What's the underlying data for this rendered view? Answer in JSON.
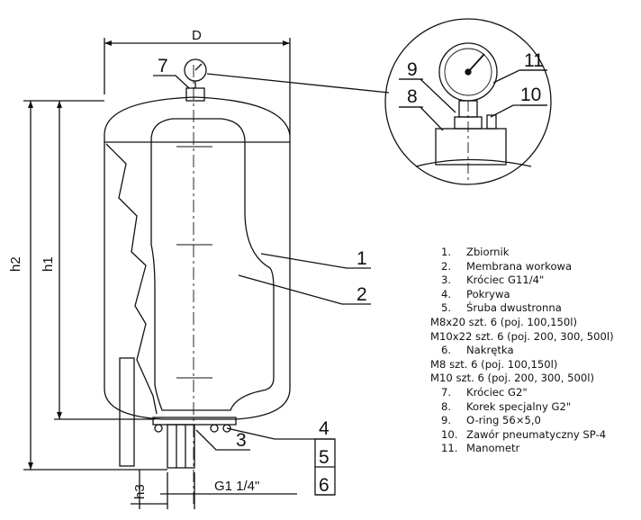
{
  "dimensions": {
    "D": "D",
    "h1": "h1",
    "h2": "h2",
    "h3": "h3",
    "thread": "G1 1/4\""
  },
  "callouts": [
    "1",
    "2",
    "3",
    "4",
    "5",
    "6",
    "7",
    "8",
    "9",
    "10",
    "11"
  ],
  "legend": [
    {
      "num": "1.",
      "text": "Zbiornik"
    },
    {
      "num": "2.",
      "text": "Membrana workowa"
    },
    {
      "num": "3.",
      "text": "Króciec G11/4\""
    },
    {
      "num": "4.",
      "text": "Pokrywa"
    },
    {
      "num": "5.",
      "text": "Śruba dwustronna"
    },
    {
      "num": "",
      "text": "M8x20 szt. 6 (poj. 100,150l)"
    },
    {
      "num": "",
      "text": "M10x22 szt. 6 (poj. 200, 300, 500l)"
    },
    {
      "num": "6.",
      "text": "Nakrętka"
    },
    {
      "num": "",
      "text": "M8 szt. 6 (poj. 100,150l)"
    },
    {
      "num": "",
      "text": "M10 szt. 6 (poj. 200, 300, 500l)"
    },
    {
      "num": "7.",
      "text": "Króciec G2\""
    },
    {
      "num": "8.",
      "text": "Korek specjalny G2\""
    },
    {
      "num": "9.",
      "text": "O-ring 56×5,0"
    },
    {
      "num": "10.",
      "text": "Zawór pneumatyczny SP-4"
    },
    {
      "num": "11.",
      "text": "Manometr"
    }
  ]
}
